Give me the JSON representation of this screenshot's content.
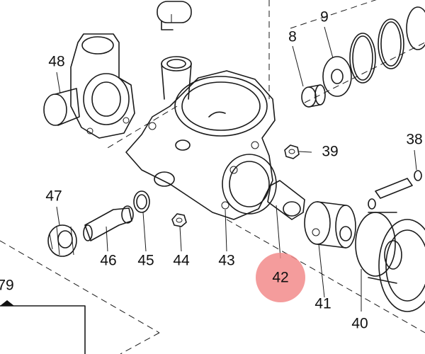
{
  "callouts": [
    {
      "id": "p9",
      "text": "9"
    },
    {
      "id": "p8",
      "text": "8"
    },
    {
      "id": "p48",
      "text": "48"
    },
    {
      "id": "p38",
      "text": "38"
    },
    {
      "id": "p39",
      "text": "39"
    },
    {
      "id": "p47",
      "text": "47"
    },
    {
      "id": "p46",
      "text": "46"
    },
    {
      "id": "p45",
      "text": "45"
    },
    {
      "id": "p44",
      "text": "44"
    },
    {
      "id": "p43",
      "text": "43"
    },
    {
      "id": "p42",
      "text": "42"
    },
    {
      "id": "p41",
      "text": "41"
    },
    {
      "id": "p40",
      "text": "40"
    },
    {
      "id": "p79",
      "text": "79"
    }
  ],
  "highlight": {
    "part": "42",
    "color": "#f28b8b",
    "text_color": "#c2183a"
  }
}
